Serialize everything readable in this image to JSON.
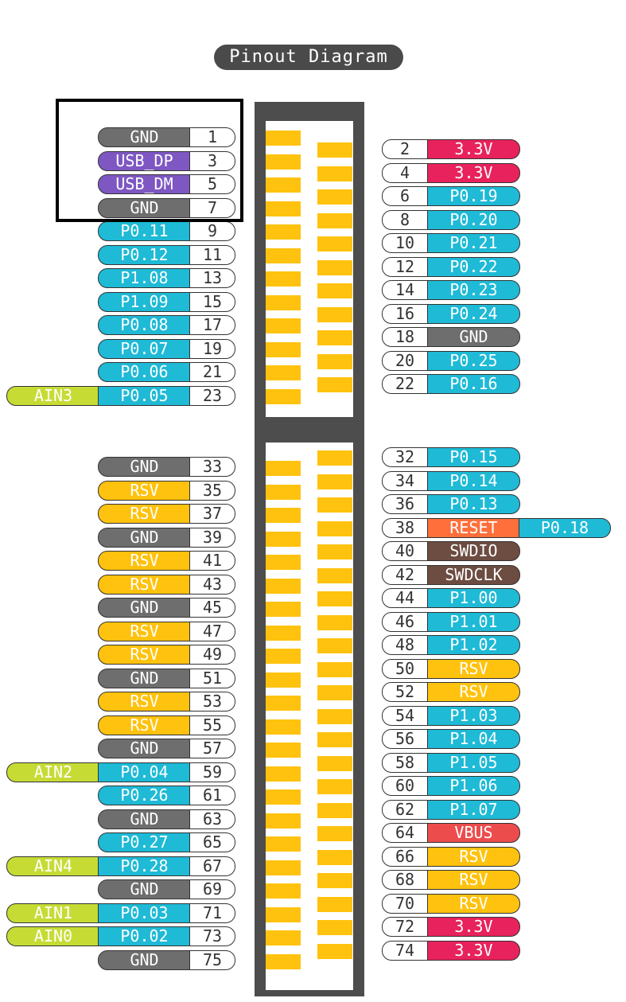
{
  "title": "Pinout Diagram",
  "colors": {
    "GND": "#6e6e6e",
    "USB": "#7e57c2",
    "GPIO": "#1ebad6",
    "RSV": "#ffc20e",
    "AIN": "#c6dc35",
    "PWR": "#e8225c",
    "RESET": "#ff6f3c",
    "SWD": "#6d4c41",
    "VBUS": "#ec4c4c",
    "pad": "#ffc20e",
    "connector": "#4d4d4d"
  },
  "left_pins": [
    {
      "num": "1",
      "name": "GND",
      "type": "GND"
    },
    {
      "num": "3",
      "name": "USB_DP",
      "type": "USB"
    },
    {
      "num": "5",
      "name": "USB_DM",
      "type": "USB"
    },
    {
      "num": "7",
      "name": "GND",
      "type": "GND"
    },
    {
      "num": "9",
      "name": "P0.11",
      "type": "GPIO"
    },
    {
      "num": "11",
      "name": "P0.12",
      "type": "GPIO"
    },
    {
      "num": "13",
      "name": "P1.08",
      "type": "GPIO"
    },
    {
      "num": "15",
      "name": "P1.09",
      "type": "GPIO"
    },
    {
      "num": "17",
      "name": "P0.08",
      "type": "GPIO"
    },
    {
      "num": "19",
      "name": "P0.07",
      "type": "GPIO"
    },
    {
      "num": "21",
      "name": "P0.06",
      "type": "GPIO"
    },
    {
      "num": "23",
      "name": "P0.05",
      "type": "GPIO",
      "alt": "AIN3"
    },
    {
      "num": "33",
      "name": "GND",
      "type": "GND"
    },
    {
      "num": "35",
      "name": "RSV",
      "type": "RSV"
    },
    {
      "num": "37",
      "name": "RSV",
      "type": "RSV"
    },
    {
      "num": "39",
      "name": "GND",
      "type": "GND"
    },
    {
      "num": "41",
      "name": "RSV",
      "type": "RSV"
    },
    {
      "num": "43",
      "name": "RSV",
      "type": "RSV"
    },
    {
      "num": "45",
      "name": "GND",
      "type": "GND"
    },
    {
      "num": "47",
      "name": "RSV",
      "type": "RSV"
    },
    {
      "num": "49",
      "name": "RSV",
      "type": "RSV"
    },
    {
      "num": "51",
      "name": "GND",
      "type": "GND"
    },
    {
      "num": "53",
      "name": "RSV",
      "type": "RSV"
    },
    {
      "num": "55",
      "name": "RSV",
      "type": "RSV"
    },
    {
      "num": "57",
      "name": "GND",
      "type": "GND"
    },
    {
      "num": "59",
      "name": "P0.04",
      "type": "GPIO",
      "alt": "AIN2"
    },
    {
      "num": "61",
      "name": "P0.26",
      "type": "GPIO"
    },
    {
      "num": "63",
      "name": "GND",
      "type": "GND"
    },
    {
      "num": "65",
      "name": "P0.27",
      "type": "GPIO"
    },
    {
      "num": "67",
      "name": "P0.28",
      "type": "GPIO",
      "alt": "AIN4"
    },
    {
      "num": "69",
      "name": "GND",
      "type": "GND"
    },
    {
      "num": "71",
      "name": "P0.03",
      "type": "GPIO",
      "alt": "AIN1"
    },
    {
      "num": "73",
      "name": "P0.02",
      "type": "GPIO",
      "alt": "AIN0"
    },
    {
      "num": "75",
      "name": "GND",
      "type": "GND"
    }
  ],
  "right_pins": [
    {
      "num": "2",
      "name": "3.3V",
      "type": "PWR"
    },
    {
      "num": "4",
      "name": "3.3V",
      "type": "PWR"
    },
    {
      "num": "6",
      "name": "P0.19",
      "type": "GPIO"
    },
    {
      "num": "8",
      "name": "P0.20",
      "type": "GPIO"
    },
    {
      "num": "10",
      "name": "P0.21",
      "type": "GPIO"
    },
    {
      "num": "12",
      "name": "P0.22",
      "type": "GPIO"
    },
    {
      "num": "14",
      "name": "P0.23",
      "type": "GPIO"
    },
    {
      "num": "16",
      "name": "P0.24",
      "type": "GPIO"
    },
    {
      "num": "18",
      "name": "GND",
      "type": "GND"
    },
    {
      "num": "20",
      "name": "P0.25",
      "type": "GPIO"
    },
    {
      "num": "22",
      "name": "P0.16",
      "type": "GPIO"
    },
    {
      "num": "32",
      "name": "P0.15",
      "type": "GPIO"
    },
    {
      "num": "34",
      "name": "P0.14",
      "type": "GPIO"
    },
    {
      "num": "36",
      "name": "P0.13",
      "type": "GPIO"
    },
    {
      "num": "38",
      "name": "RESET",
      "type": "RESET",
      "alt": "P0.18"
    },
    {
      "num": "40",
      "name": "SWDIO",
      "type": "SWD"
    },
    {
      "num": "42",
      "name": "SWDCLK",
      "type": "SWD"
    },
    {
      "num": "44",
      "name": "P1.00",
      "type": "GPIO"
    },
    {
      "num": "46",
      "name": "P1.01",
      "type": "GPIO"
    },
    {
      "num": "48",
      "name": "P1.02",
      "type": "GPIO"
    },
    {
      "num": "50",
      "name": "RSV",
      "type": "RSV"
    },
    {
      "num": "52",
      "name": "RSV",
      "type": "RSV"
    },
    {
      "num": "54",
      "name": "P1.03",
      "type": "GPIO"
    },
    {
      "num": "56",
      "name": "P1.04",
      "type": "GPIO"
    },
    {
      "num": "58",
      "name": "P1.05",
      "type": "GPIO"
    },
    {
      "num": "60",
      "name": "P1.06",
      "type": "GPIO"
    },
    {
      "num": "62",
      "name": "P1.07",
      "type": "GPIO"
    },
    {
      "num": "64",
      "name": "VBUS",
      "type": "VBUS"
    },
    {
      "num": "66",
      "name": "RSV",
      "type": "RSV"
    },
    {
      "num": "68",
      "name": "RSV",
      "type": "RSV"
    },
    {
      "num": "70",
      "name": "RSV",
      "type": "RSV"
    },
    {
      "num": "72",
      "name": "3.3V",
      "type": "PWR"
    },
    {
      "num": "74",
      "name": "3.3V",
      "type": "PWR"
    }
  ]
}
